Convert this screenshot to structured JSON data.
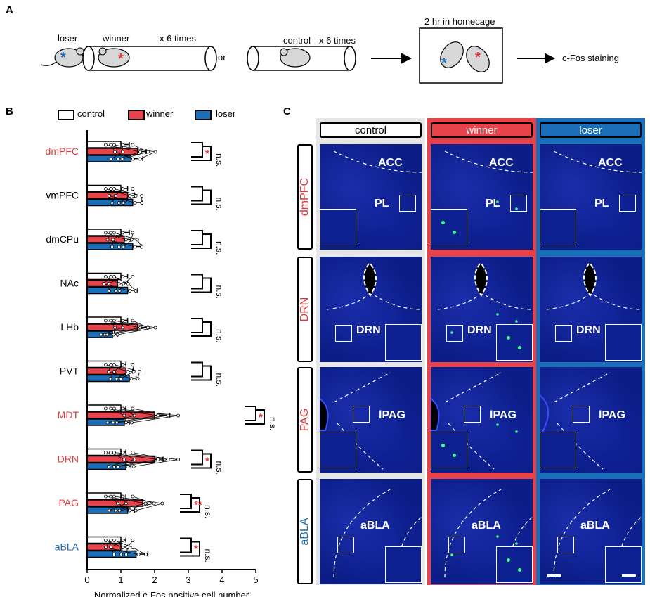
{
  "panels": {
    "a": "A",
    "b": "B",
    "c": "C"
  },
  "schematic": {
    "loser": "loser",
    "winner": "winner",
    "times1": "x 6 times",
    "or": "or",
    "control": "control",
    "times2": "x 6 times",
    "homecage": "2 hr in homecage",
    "staining": "c-Fos staining"
  },
  "legend": {
    "control": "control",
    "winner": "winner",
    "loser": "loser"
  },
  "colors": {
    "control": "#ffffff",
    "winner": "#e8424a",
    "loser": "#1a6fb8",
    "red_text": "#e03a3e",
    "blue_text": "#1f6db5",
    "bg_control": "#e6e6e6",
    "bg_winner": "#e8424a",
    "bg_loser": "#1a6fb8"
  },
  "chart_data": {
    "type": "bar",
    "orientation": "horizontal",
    "xlabel": "Normalized c-Fos positive cell number",
    "xlim": [
      0,
      5
    ],
    "xticks": [
      "0",
      "1",
      "2",
      "3",
      "4",
      "5"
    ],
    "categories": [
      "dmPFC",
      "vmPFC",
      "dmCPu",
      "NAc",
      "LHb",
      "PVT",
      "MDT",
      "DRN",
      "PAG",
      "aBLA"
    ],
    "category_colors": [
      "red",
      "black",
      "black",
      "black",
      "black",
      "black",
      "red",
      "red",
      "red",
      "blue"
    ],
    "series": [
      {
        "name": "control",
        "values": [
          1.0,
          1.0,
          1.0,
          1.0,
          1.0,
          1.0,
          1.0,
          1.0,
          1.0,
          1.0
        ],
        "err": [
          0.25,
          0.2,
          0.25,
          0.2,
          0.2,
          0.15,
          0.15,
          0.15,
          0.15,
          0.15
        ]
      },
      {
        "name": "winner",
        "values": [
          1.5,
          1.2,
          1.1,
          0.9,
          1.5,
          1.15,
          2.0,
          2.0,
          1.65,
          1.0
        ],
        "err": [
          0.25,
          0.2,
          0.2,
          0.3,
          0.3,
          0.2,
          0.45,
          0.25,
          0.15,
          0.2
        ]
      },
      {
        "name": "loser",
        "values": [
          1.3,
          1.35,
          1.35,
          1.2,
          0.75,
          1.25,
          1.1,
          1.15,
          1.2,
          1.45
        ],
        "err": [
          0.35,
          0.3,
          0.25,
          0.3,
          0.15,
          0.2,
          0.15,
          0.15,
          0.2,
          0.35
        ]
      }
    ],
    "annotations": [
      {
        "ns": "n.s.",
        "star": "*"
      },
      {
        "ns": "n.s.",
        "star": ""
      },
      {
        "ns": "n.s.",
        "star": ""
      },
      {
        "ns": "n.s.",
        "star": ""
      },
      {
        "ns": "n.s.",
        "star": ""
      },
      {
        "ns": "n.s.",
        "star": ""
      },
      {
        "ns": "n.s.",
        "star": "*"
      },
      {
        "ns": "n.s.",
        "star": "*"
      },
      {
        "ns": "n.s.",
        "star": "**"
      },
      {
        "ns": "n.s.",
        "star": "*"
      }
    ]
  },
  "micro": {
    "columns": [
      "control",
      "winner",
      "loser"
    ],
    "rows": [
      "dmPFC",
      "DRN",
      "PAG",
      "aBLA"
    ],
    "row_labels": [
      [
        "ACC",
        "PL"
      ],
      [
        "DRN"
      ],
      [
        "lPAG"
      ],
      [
        "aBLA"
      ]
    ]
  }
}
